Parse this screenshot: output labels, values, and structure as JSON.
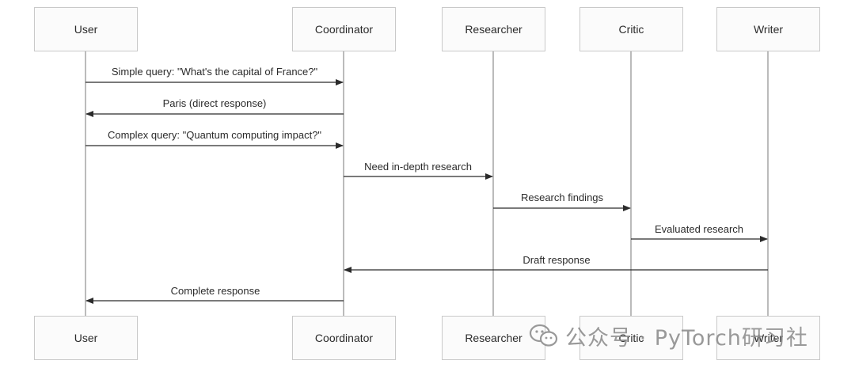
{
  "actors": {
    "user": "User",
    "coordinator": "Coordinator",
    "researcher": "Researcher",
    "critic": "Critic",
    "writer": "Writer"
  },
  "messages": [
    {
      "from": "user",
      "to": "coordinator",
      "label": "Simple query: \"What's the capital of France?\""
    },
    {
      "from": "coordinator",
      "to": "user",
      "label": "Paris (direct response)"
    },
    {
      "from": "user",
      "to": "coordinator",
      "label": "Complex query: \"Quantum computing impact?\""
    },
    {
      "from": "coordinator",
      "to": "researcher",
      "label": "Need in-depth research"
    },
    {
      "from": "researcher",
      "to": "critic",
      "label": "Research findings"
    },
    {
      "from": "critic",
      "to": "writer",
      "label": "Evaluated research"
    },
    {
      "from": "writer",
      "to": "coordinator",
      "label": "Draft response"
    },
    {
      "from": "coordinator",
      "to": "user",
      "label": "Complete response"
    }
  ],
  "watermark": {
    "text": "公众号 · PyTorch研习社",
    "icon": "wechat-icon"
  }
}
